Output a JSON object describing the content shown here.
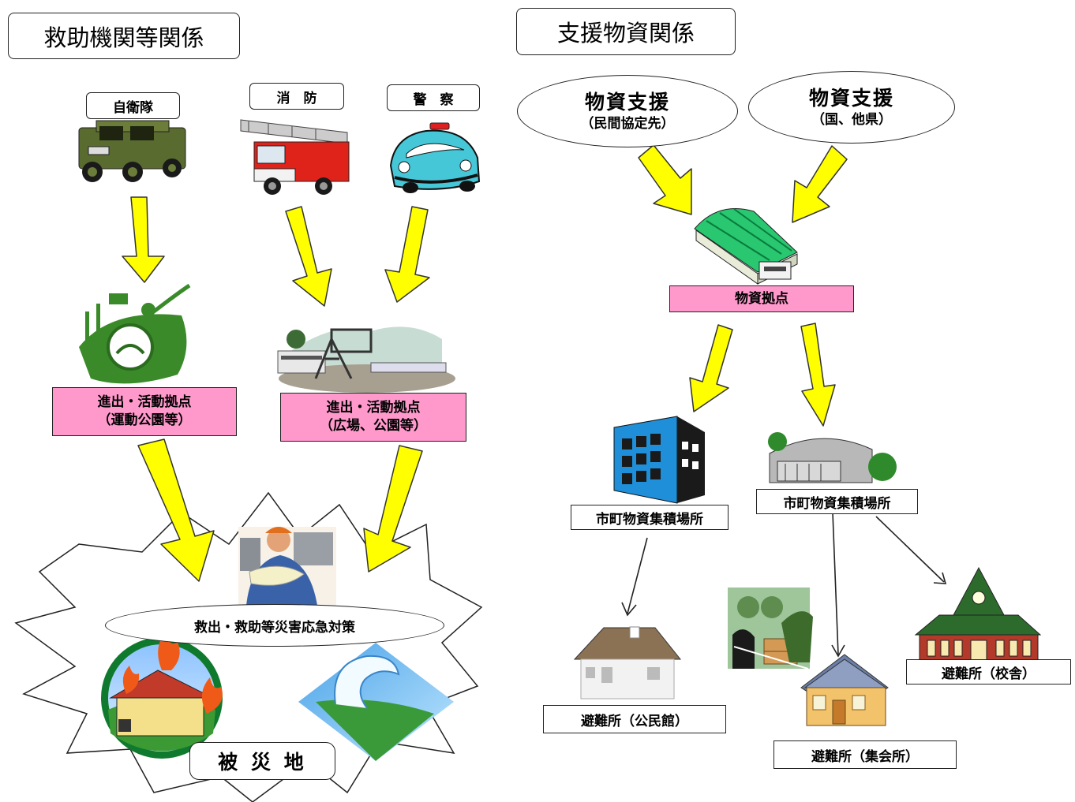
{
  "rescue": {
    "title": "救助機関等関係",
    "agencies": [
      {
        "label": "自衛隊",
        "icon": "military-vehicle-icon"
      },
      {
        "label": "消　防",
        "icon": "fire-truck-icon"
      },
      {
        "label": "警　察",
        "icon": "police-car-icon"
      }
    ],
    "bases": [
      {
        "line1": "進出・活動拠点",
        "line2": "（運動公園等）",
        "icon": "sports-park-icon"
      },
      {
        "line1": "進出・活動拠点",
        "line2": "（広場、公園等）",
        "icon": "open-field-icon"
      }
    ],
    "measures": "救出・救助等災害応急対策",
    "disaster_area": "被 災 地",
    "disaster_icons": [
      "rescuer-carrying-child-icon",
      "burning-house-icon",
      "tsunami-wave-icon"
    ]
  },
  "supply": {
    "title": "支援物資関係",
    "sources": [
      {
        "line1": "物資支援",
        "line2": "（民間協定先）"
      },
      {
        "line1": "物資支援",
        "line2": "（国、他県）"
      }
    ],
    "hub": {
      "label": "物資拠点",
      "icon": "warehouse-icon"
    },
    "collection_points": [
      {
        "label": "市町物資集積場所",
        "icon": "office-building-icon"
      },
      {
        "label": "市町物資集積場所",
        "icon": "gymnasium-icon"
      }
    ],
    "shelters": [
      {
        "label": "避難所（公民館）",
        "icon": "community-house-icon"
      },
      {
        "label": "避難所（集会所）",
        "icon": "meeting-house-icon"
      },
      {
        "label": "避難所（校舎）",
        "icon": "school-building-icon"
      }
    ],
    "distribution_icon": "supply-distribution-icon"
  },
  "colors": {
    "arrow_fill": "#ffff00",
    "label_pink": "#ff99cc",
    "outline": "#222222"
  }
}
